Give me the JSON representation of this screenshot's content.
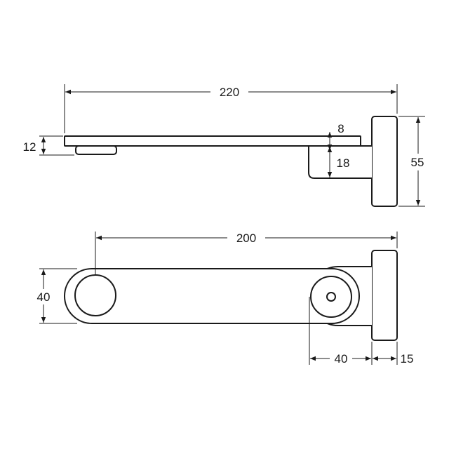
{
  "dimensions": {
    "side_overall_length": "220",
    "side_lip_thickness": "8",
    "side_left_height": "12",
    "side_bracket_depth": "18",
    "side_plate_height": "55",
    "top_overall_length": "200",
    "top_width": "40",
    "top_pivot_offset": "40",
    "top_plate_thickness": "15"
  }
}
